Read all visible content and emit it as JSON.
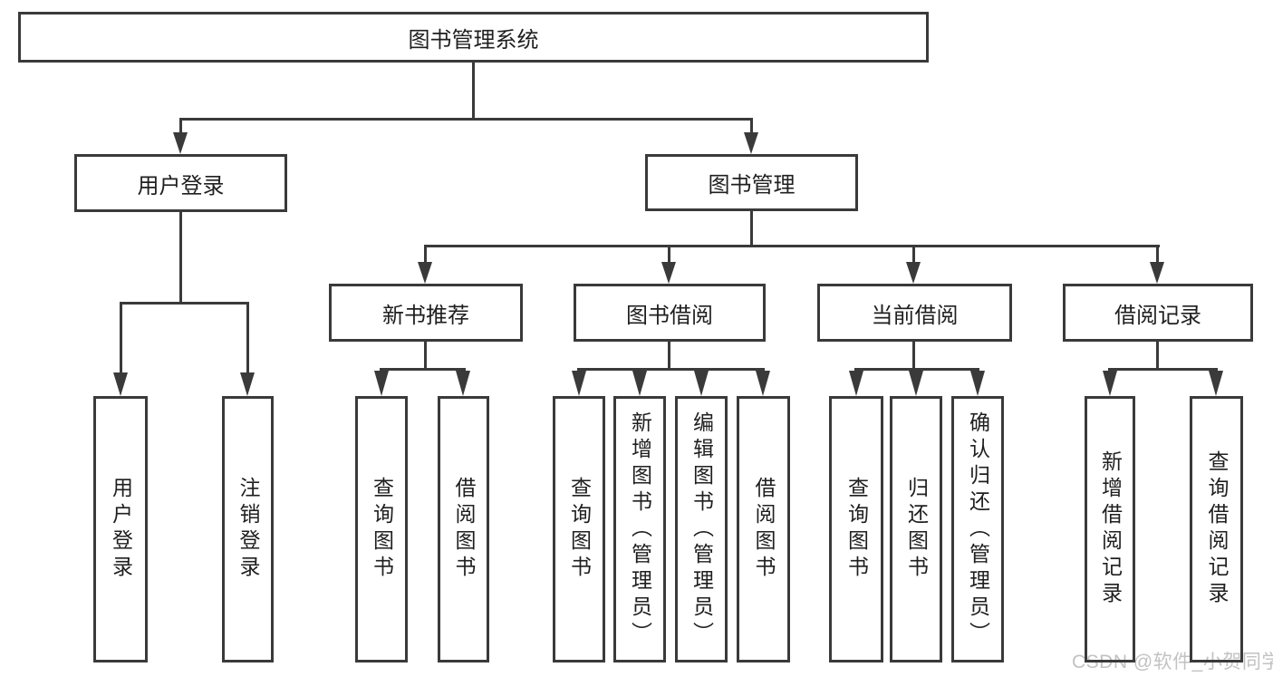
{
  "colors": {
    "line": "#3a3a3a",
    "box_border": "#3a3a3a",
    "box_background": "#ffffff",
    "text": "#1f1f1f",
    "watermark": "#c3c2c2",
    "page_background": "#ffffff"
  },
  "watermark": {
    "text": "CSDN @软件_小贺同学"
  },
  "nodes": {
    "root": "图书管理系统",
    "login": "用户登录",
    "mgmt": "图书管理",
    "rec": "新书推荐",
    "bor": "图书借阅",
    "cur": "当前借阅",
    "rcd": "借阅记录",
    "login_user": "用户登录",
    "login_logout": "注销登录",
    "rec_query": "查询图书",
    "rec_borrow": "借阅图书",
    "bor_query": "查询图书",
    "bor_add": "新增图书（管理员）",
    "bor_edit": "编辑图书（管理员）",
    "bor_borrow": "借阅图书",
    "cur_query": "查询图书",
    "cur_return": "归还图书",
    "cur_confirm": "确认归还（管理员）",
    "rcd_add": "新增借阅记录",
    "rcd_query": "查询借阅记录"
  },
  "hierarchy": {
    "图书管理系统": {
      "用户登录": [
        "用户登录",
        "注销登录"
      ],
      "图书管理": {
        "新书推荐": [
          "查询图书",
          "借阅图书"
        ],
        "图书借阅": [
          "查询图书",
          "新增图书（管理员）",
          "编辑图书（管理员）",
          "借阅图书"
        ],
        "当前借阅": [
          "查询图书",
          "归还图书",
          "确认归还（管理员）"
        ],
        "借阅记录": [
          "新增借阅记录",
          "查询借阅记录"
        ]
      }
    }
  }
}
